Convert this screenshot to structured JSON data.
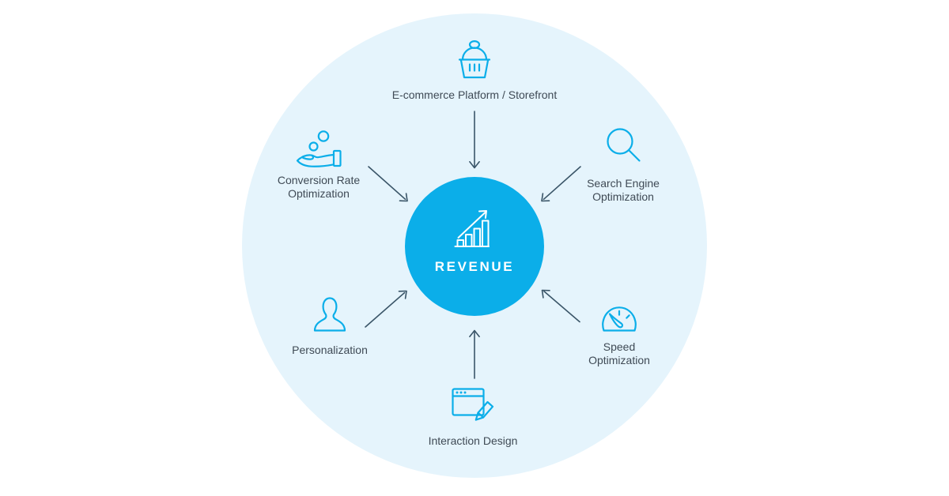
{
  "diagram": {
    "center": {
      "label": "REVENUE",
      "icon": "growth-chart-icon"
    },
    "nodes": [
      {
        "id": "ecommerce",
        "label": "E-commerce Platform / Storefront",
        "icon": "shopping-basket-icon"
      },
      {
        "id": "seo",
        "label": "Search Engine\nOptimization",
        "icon": "magnifier-icon"
      },
      {
        "id": "speed",
        "label": "Speed\nOptimization",
        "icon": "speedometer-icon"
      },
      {
        "id": "interaction",
        "label": "Interaction Design",
        "icon": "browser-pencil-icon"
      },
      {
        "id": "personalization",
        "label": "Personalization",
        "icon": "user-icon"
      },
      {
        "id": "cro",
        "label": "Conversion Rate\nOptimization",
        "icon": "hand-coins-icon"
      }
    ],
    "colors": {
      "accent": "#0BAEE9",
      "halo": "#E5F4FC",
      "arrow": "#3A5568",
      "text": "#3F4A55",
      "hubText": "#FFFFFF"
    }
  }
}
